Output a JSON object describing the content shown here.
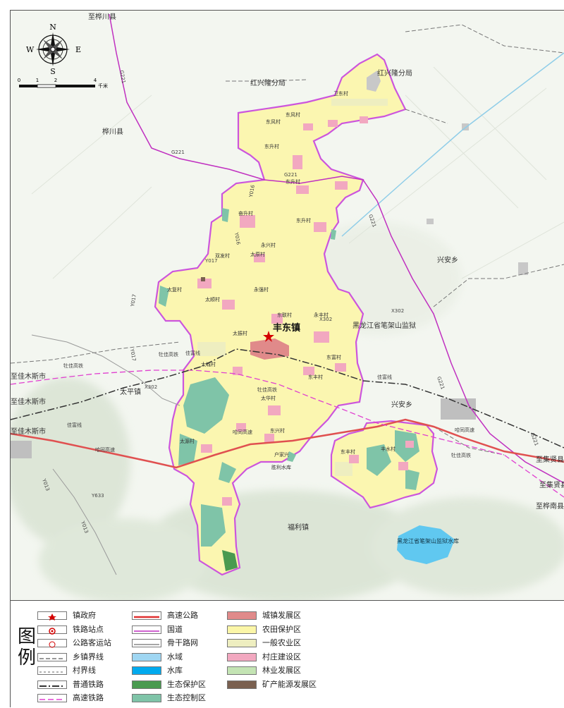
{
  "compass": {
    "n": "N",
    "s": "S",
    "e": "E",
    "w": "W"
  },
  "scale": {
    "ticks": [
      "0",
      "1",
      "2",
      "4"
    ],
    "unit": "千米"
  },
  "town": {
    "name": "丰东镇"
  },
  "labels": {
    "to_hua_chuan": "至桦川县",
    "hongxinglong_1": "红兴隆分局",
    "hongxinglong_2": "红兴隆分局",
    "huachuan": "桦川县",
    "xingan_1": "兴安乡",
    "xingan_2": "兴安乡",
    "prison": "黑龙江省笔架山监狱",
    "to_jiamusi_1": "至佳木斯市",
    "to_jiamusi_2": "至佳木斯市",
    "to_jiamusi_3": "至佳木斯市",
    "taiping": "太平镇",
    "fuli": "福利镇",
    "reservoir": "黑龙江省笔架山监狱水库",
    "to_jixian_1": "至集贤县",
    "to_jixian_2": "至集贤县",
    "to_huanan": "至桦南县",
    "weidong": "卫东村",
    "dongfeng_1": "东风村",
    "dongfeng_2": "东风村",
    "dongsheng_1": "东升村",
    "dongsheng_2": "东升村",
    "dongsheng_3": "东升村",
    "qiansheng": "奋升村",
    "yongxing": "永兴村",
    "taiyuan_1": "太原村",
    "shuangfa": "双发村",
    "taifu": "太复村",
    "yongzhi": "永强村",
    "taishun": "太顺村",
    "donglian": "东联村",
    "yongfeng": "永丰村",
    "taizhen": "太振村",
    "dongfu": "东富村",
    "taicheng": "太城村",
    "dongfeng_3": "东丰村",
    "taihua": "太华村",
    "taiyuan_2": "太源村",
    "dongxing": "东兴村",
    "hujiaxing": "户家兴",
    "shengli": "胜利水库",
    "fengshui": "丰水村",
    "dongfengcun": "东丰村",
    "road_g221_1": "G221",
    "road_g221_2": "G221",
    "road_g221_3": "G221",
    "road_g221_4": "G221",
    "road_y016_1": "Y016",
    "road_y016_2": "Y016",
    "road_y017_1": "Y017",
    "road_y017_2": "Y017",
    "road_y017_3": "Y017",
    "road_x302_1": "X302",
    "road_x302_2": "X302",
    "road_x302_3": "X302",
    "road_y013_1": "Y013",
    "road_y013_2": "Y013",
    "road_y633": "Y633",
    "road_g21_1": "G221",
    "road_g221_5": "G221",
    "rail_1": "佳富线",
    "rail_2": "佳富线",
    "rail_3": "佳富线",
    "hsr_1": "牡佳高铁",
    "hsr_2": "牡佳高铁",
    "hsr_3": "牡佳高铁",
    "hsr_4": "牡佳高铁",
    "exp_1": "哈同高速",
    "exp_2": "哈同高速",
    "exp_3": "哈同高速"
  },
  "legend": {
    "title": "图例",
    "items": [
      {
        "label": "镇政府",
        "icon": "red-star-icon",
        "color": "#d40000"
      },
      {
        "label": "铁路站点",
        "icon": "rail-station-icon",
        "color": "#d40000"
      },
      {
        "label": "公路客运站",
        "icon": "bus-station-icon",
        "color": "#d40000"
      },
      {
        "label": "乡镇界线",
        "icon": "township-boundary-icon",
        "color": "#777777"
      },
      {
        "label": "村界线",
        "icon": "village-boundary-icon",
        "color": "#999999"
      },
      {
        "label": "普通铁路",
        "icon": "railway-icon",
        "color": "#333333"
      },
      {
        "label": "高速铁路",
        "icon": "high-speed-rail-icon",
        "color": "#e040d0"
      },
      {
        "label": "高速公路",
        "icon": "expressway-icon",
        "color": "#e03030"
      },
      {
        "label": "国道",
        "icon": "national-road-icon",
        "color": "#c030c0"
      },
      {
        "label": "骨干路网",
        "icon": "main-road-icon",
        "color": "#888888"
      },
      {
        "label": "水域",
        "icon": "water-icon",
        "color": "#9fd6f2"
      },
      {
        "label": "水库",
        "icon": "reservoir-icon",
        "color": "#00aaee"
      },
      {
        "label": "生态保护区",
        "icon": "eco-protection-icon",
        "color": "#4a9a50"
      },
      {
        "label": "生态控制区",
        "icon": "eco-control-icon",
        "color": "#7fc4a8"
      },
      {
        "label": "城镇发展区",
        "icon": "urban-development-icon",
        "color": "#e08a8a"
      },
      {
        "label": "农田保护区",
        "icon": "farmland-protection-icon",
        "color": "#fbf6a8"
      },
      {
        "label": "一般农业区",
        "icon": "general-agri-icon",
        "color": "#eeeec0"
      },
      {
        "label": "村庄建设区",
        "icon": "village-construction-icon",
        "color": "#f2a8c0"
      },
      {
        "label": "林业发展区",
        "icon": "forestry-icon",
        "color": "#c4e4b4"
      },
      {
        "label": "矿产能源发展区",
        "icon": "mining-energy-icon",
        "color": "#7a6050"
      }
    ]
  }
}
